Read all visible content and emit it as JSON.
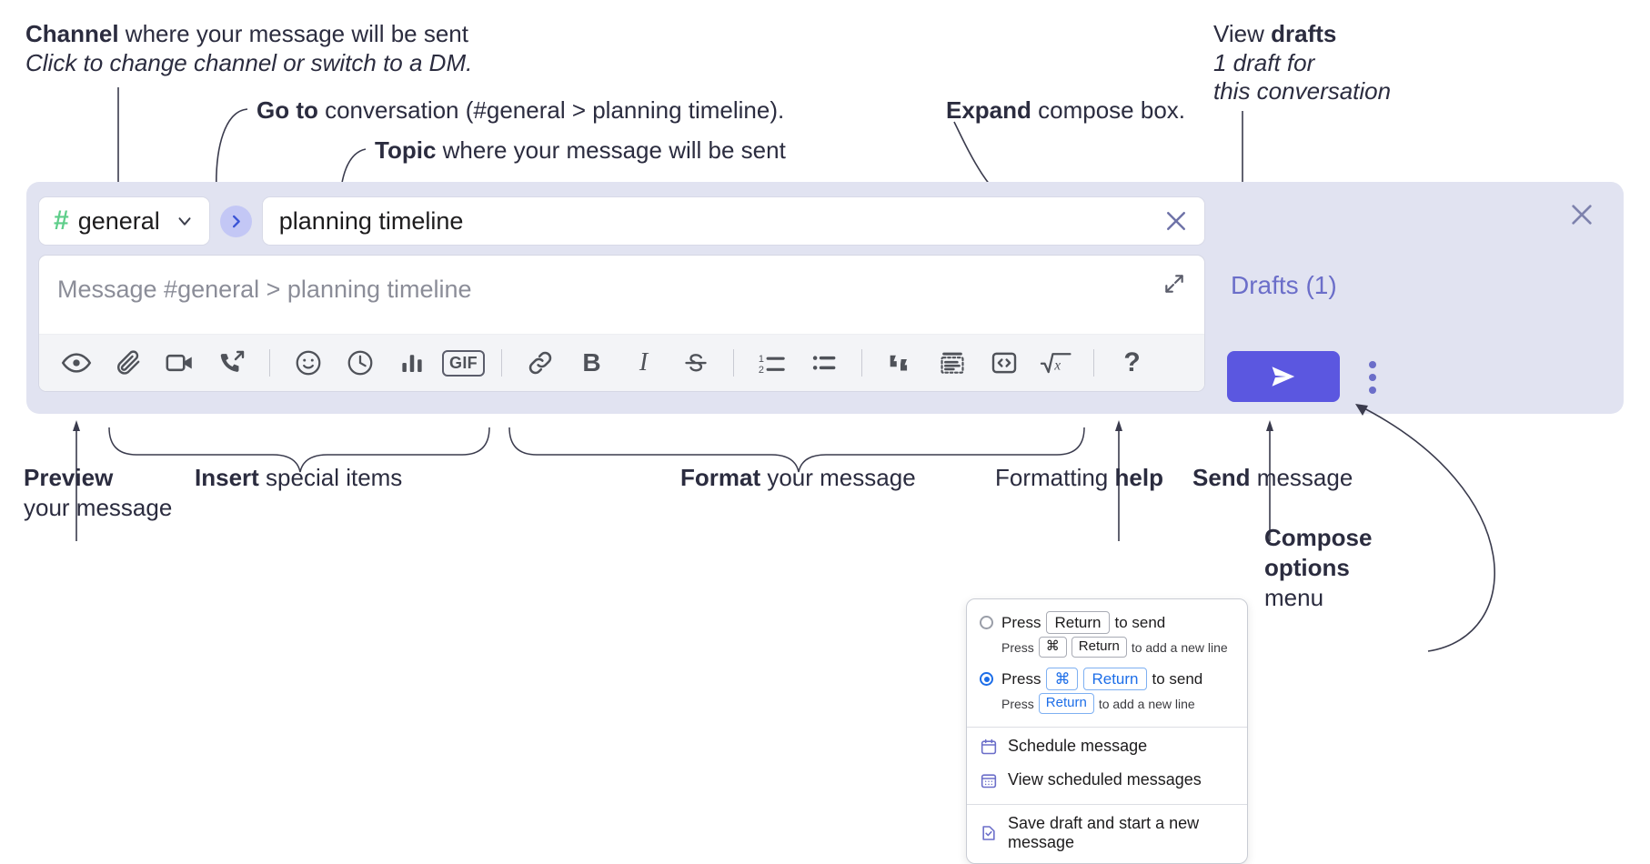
{
  "annotations": {
    "channel": {
      "title_bold": "Channel",
      "title_rest": " where your message will be sent",
      "subtitle": "Click to change channel or switch to a DM."
    },
    "goto": {
      "bold": "Go to",
      "rest": " conversation (#general > planning timeline)."
    },
    "topic": {
      "bold": "Topic",
      "rest": " where your message will be sent"
    },
    "expand": {
      "bold": "Expand",
      "rest": " compose box."
    },
    "drafts": {
      "line1_rest": "View ",
      "line1_bold": "drafts",
      "line2": "1 draft for",
      "line3": "this conversation"
    },
    "preview": {
      "bold": "Preview",
      "line2": "your message"
    },
    "insert": {
      "bold": "Insert",
      "rest": " special items"
    },
    "format": {
      "bold": "Format",
      "rest": " your message"
    },
    "formatting_help": {
      "rest": "Formatting ",
      "bold": "help"
    },
    "send": {
      "bold": "Send",
      "rest": " message"
    },
    "compose_options": {
      "line1": "Compose",
      "line2": "options",
      "line3": "menu"
    }
  },
  "compose": {
    "channel": {
      "hash": "#",
      "name": "general",
      "chevron_icon": "chevron-down-icon"
    },
    "goto_icon": "chevron-right-icon",
    "topic": {
      "value": "planning timeline",
      "clear_icon": "close-icon"
    },
    "editor": {
      "placeholder": "Message #general > planning timeline",
      "expand_icon": "expand-icon"
    },
    "toolbar": [
      {
        "name": "preview-icon",
        "label": ""
      },
      {
        "name": "attachment-icon",
        "label": ""
      },
      {
        "name": "video-icon",
        "label": ""
      },
      {
        "name": "huddle-icon",
        "label": ""
      },
      {
        "name": "separator",
        "label": ""
      },
      {
        "name": "emoji-icon",
        "label": ""
      },
      {
        "name": "reminder-clock-icon",
        "label": ""
      },
      {
        "name": "poll-bars-icon",
        "label": ""
      },
      {
        "name": "gif-icon",
        "label": "GIF"
      },
      {
        "name": "separator",
        "label": ""
      },
      {
        "name": "link-icon",
        "label": ""
      },
      {
        "name": "bold-icon",
        "label": "B"
      },
      {
        "name": "italic-icon",
        "label": "I"
      },
      {
        "name": "strikethrough-icon",
        "label": "S"
      },
      {
        "name": "separator",
        "label": ""
      },
      {
        "name": "ordered-list-icon",
        "label": ""
      },
      {
        "name": "bulleted-list-icon",
        "label": ""
      },
      {
        "name": "separator",
        "label": ""
      },
      {
        "name": "blockquote-icon",
        "label": ""
      },
      {
        "name": "code-block-icon",
        "label": ""
      },
      {
        "name": "code-icon",
        "label": ""
      },
      {
        "name": "math-icon",
        "label": ""
      },
      {
        "name": "separator",
        "label": ""
      },
      {
        "name": "help-icon",
        "label": "?"
      }
    ],
    "rail": {
      "close_icon": "close-icon",
      "drafts_label": "Drafts (1)",
      "send_icon": "send-paper-plane-icon",
      "overflow_icon": "kebab-menu-icon"
    }
  },
  "options_menu": {
    "radios": [
      {
        "selected": false,
        "main_pre": "Press",
        "main_keys": [
          "Return"
        ],
        "main_post": "to send",
        "sub_pre": "Press",
        "sub_keys": [
          "⌘",
          "Return"
        ],
        "sub_post": "to add a new line"
      },
      {
        "selected": true,
        "main_pre": "Press",
        "main_keys": [
          "⌘",
          "Return"
        ],
        "main_post": "to send",
        "sub_pre": "Press",
        "sub_keys": [
          "Return"
        ],
        "sub_post": "to add a new line"
      }
    ],
    "items": [
      {
        "icon": "calendar-schedule-icon",
        "label": "Schedule message",
        "divider_after": false
      },
      {
        "icon": "calendar-grid-icon",
        "label": "View scheduled messages",
        "divider_after": true
      },
      {
        "icon": "save-draft-icon",
        "label": "Save draft and start a new message",
        "divider_after": false
      }
    ]
  },
  "colors": {
    "panel_bg": "#e1e3f1",
    "send_button": "#5b57e0",
    "hash_green": "#5ece8a",
    "accent_purple": "#6b6ec9",
    "radio_blue": "#1d6ee8",
    "text": "#2b2c3f"
  }
}
